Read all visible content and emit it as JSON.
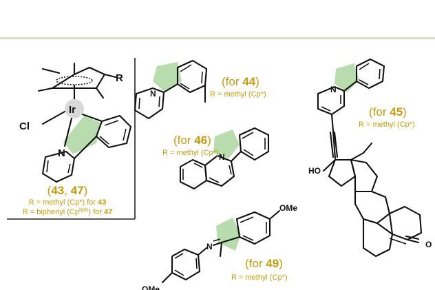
{
  "colors": {
    "gold": "#c89b0c",
    "highlight": "#b8dcae",
    "ink": "#111111",
    "divider": "#dcdcc8"
  },
  "complex_panel": {
    "label_R": "R",
    "label_Cl": "Cl",
    "label_Ir": "Ir",
    "label_N": "N",
    "title_open": "(",
    "title_43": "43",
    "title_sep": ", ",
    "title_47": "47",
    "title_close": ")",
    "line1_pre": "R = methyl (Cp*) for ",
    "line1_num": "43",
    "line2_pre": "R = biphenyl (Cp",
    "line2_sup": "bph",
    "line2_mid": ") for ",
    "line2_num": "47"
  },
  "ligand_44": {
    "N": "N",
    "for_pre": "(for ",
    "num": "44",
    "for_post": ")",
    "r_line": "R = methyl (Cp*)"
  },
  "ligand_46": {
    "N": "N",
    "for_pre": "(for ",
    "num": "46",
    "for_post": ")",
    "r_line": "R = methyl (Cp*)"
  },
  "ligand_49": {
    "N": "N",
    "ome_top": "OMe",
    "ome_bottom": "OMe",
    "for_pre": "(for ",
    "num": "49",
    "for_post": ")",
    "r_line": "R = methyl (Cp*)"
  },
  "ligand_45": {
    "N": "N",
    "HO": "HO",
    "O": "O",
    "for_pre": "(for ",
    "num": "45",
    "for_post": ")",
    "r_line": "R = methyl (Cp*)"
  }
}
